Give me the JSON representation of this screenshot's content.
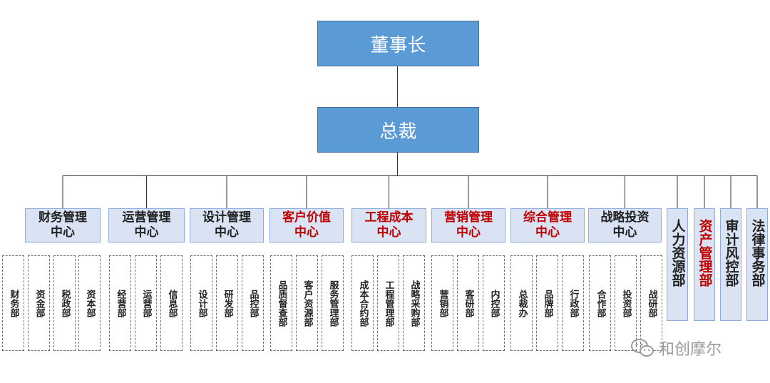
{
  "chairman": "董事长",
  "president": "总裁",
  "centers": [
    {
      "label": "财务管理中心",
      "red": false,
      "depts": [
        "财务部",
        "资金部",
        "税政部",
        "资本部"
      ]
    },
    {
      "label": "运营管理中心",
      "red": false,
      "depts": [
        "经营部",
        "运营部",
        "信息部"
      ]
    },
    {
      "label": "设计管理中心",
      "red": false,
      "depts": [
        "设计部",
        "研发部",
        "品控部"
      ]
    },
    {
      "label": "客户价值中心",
      "red": true,
      "depts": [
        "品质督查部",
        "客户资源部",
        "服务管理部"
      ]
    },
    {
      "label": "工程成本中心",
      "red": true,
      "depts": [
        "成本合约部",
        "工程管理部",
        "战略采购部"
      ]
    },
    {
      "label": "营销管理中心",
      "red": true,
      "depts": [
        "营销部",
        "客研部",
        "内控部"
      ]
    },
    {
      "label": "综合管理中心",
      "red": true,
      "depts": [
        "总裁办",
        "品牌部",
        "行政部"
      ]
    },
    {
      "label": "战略投资中心",
      "red": false,
      "depts": [
        "合作部",
        "投资部",
        "战研部"
      ]
    }
  ],
  "standalone": [
    {
      "label": "人力资源部",
      "red": false
    },
    {
      "label": "资产管理部",
      "red": true
    },
    {
      "label": "审计风控部",
      "red": false
    },
    {
      "label": "法律事务部",
      "red": false
    }
  ],
  "watermark": "和创摩尔",
  "colors": {
    "box_fill": "#5b9bd5",
    "light_fill": "#dae3f3",
    "highlight_text": "#c00000",
    "text": "#222222"
  }
}
